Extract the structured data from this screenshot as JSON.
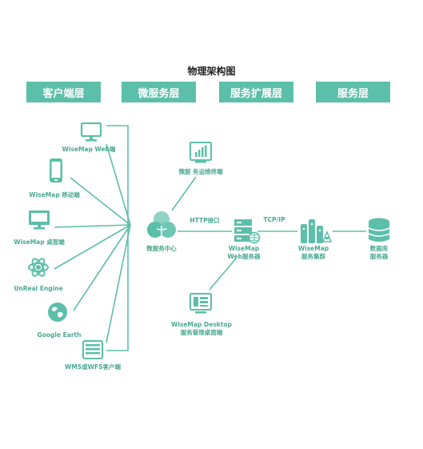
{
  "title": "物理架构图",
  "layers": [
    "客户端层",
    "微服务层",
    "服务扩展层",
    "服务层"
  ],
  "clients": {
    "web": "WiseMap Web端",
    "mobile": "WiseMap 移动端",
    "desktop": "WiseMap 桌面端",
    "unreal": "UnReal Engine",
    "google_earth": "Google Earth",
    "wms": "WMS或WFS客户端"
  },
  "nodes": {
    "ops_terminal": "微服 务运维终端",
    "micro_center": "微服务中心",
    "web_server_1": "WiseMap",
    "web_server_2": "Web服务器",
    "desktop_mgmt_1": "WiseMap Desktop",
    "desktop_mgmt_2": "服务管理桌面端",
    "cluster_1": "WiseMap",
    "cluster_2": "服务集群",
    "db_1": "数据库",
    "db_2": "服务器"
  },
  "edges": {
    "http": "HTTP接口",
    "tcp": "TCP/IP"
  },
  "colors": {
    "teal": "#5cbfa9",
    "teal_dark": "#4aa892"
  }
}
